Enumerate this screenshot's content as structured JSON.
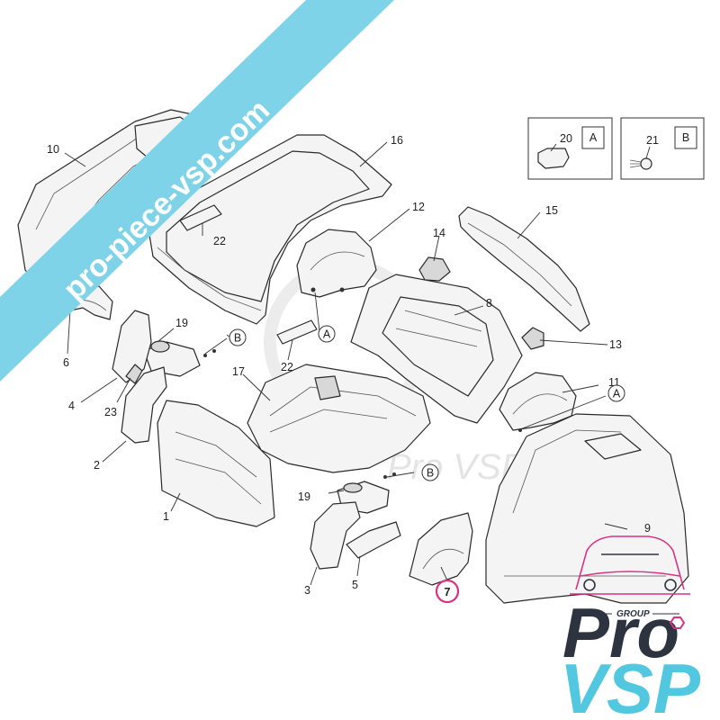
{
  "banner": {
    "text": "pro-piece-vsp.com",
    "color": "#7fd3e8"
  },
  "watermark": {
    "text": "Pro VSP"
  },
  "logo": {
    "pro": "Pro",
    "vsp": "VSP",
    "group": "GROUP",
    "color_dark": "#2e3340",
    "color_accent": "#52c7e0",
    "color_highlight": "#d63384"
  },
  "legend": [
    {
      "number": "20",
      "letter": "A"
    },
    {
      "number": "21",
      "letter": "B"
    }
  ],
  "callouts": {
    "c1": "1",
    "c2": "2",
    "c3": "3",
    "c4": "4",
    "c5": "5",
    "c6": "6",
    "c7": "7",
    "c8": "8",
    "c9": "9",
    "c10": "10",
    "c11": "11",
    "c12": "12",
    "c13": "13",
    "c14": "14",
    "c15": "15",
    "c16": "16",
    "c17": "17",
    "c19a": "19",
    "c19b": "19",
    "c22a": "22",
    "c22b": "22",
    "c23": "23"
  },
  "refs": {
    "a1": "A",
    "a2": "A",
    "b1": "B",
    "b2": "B"
  }
}
